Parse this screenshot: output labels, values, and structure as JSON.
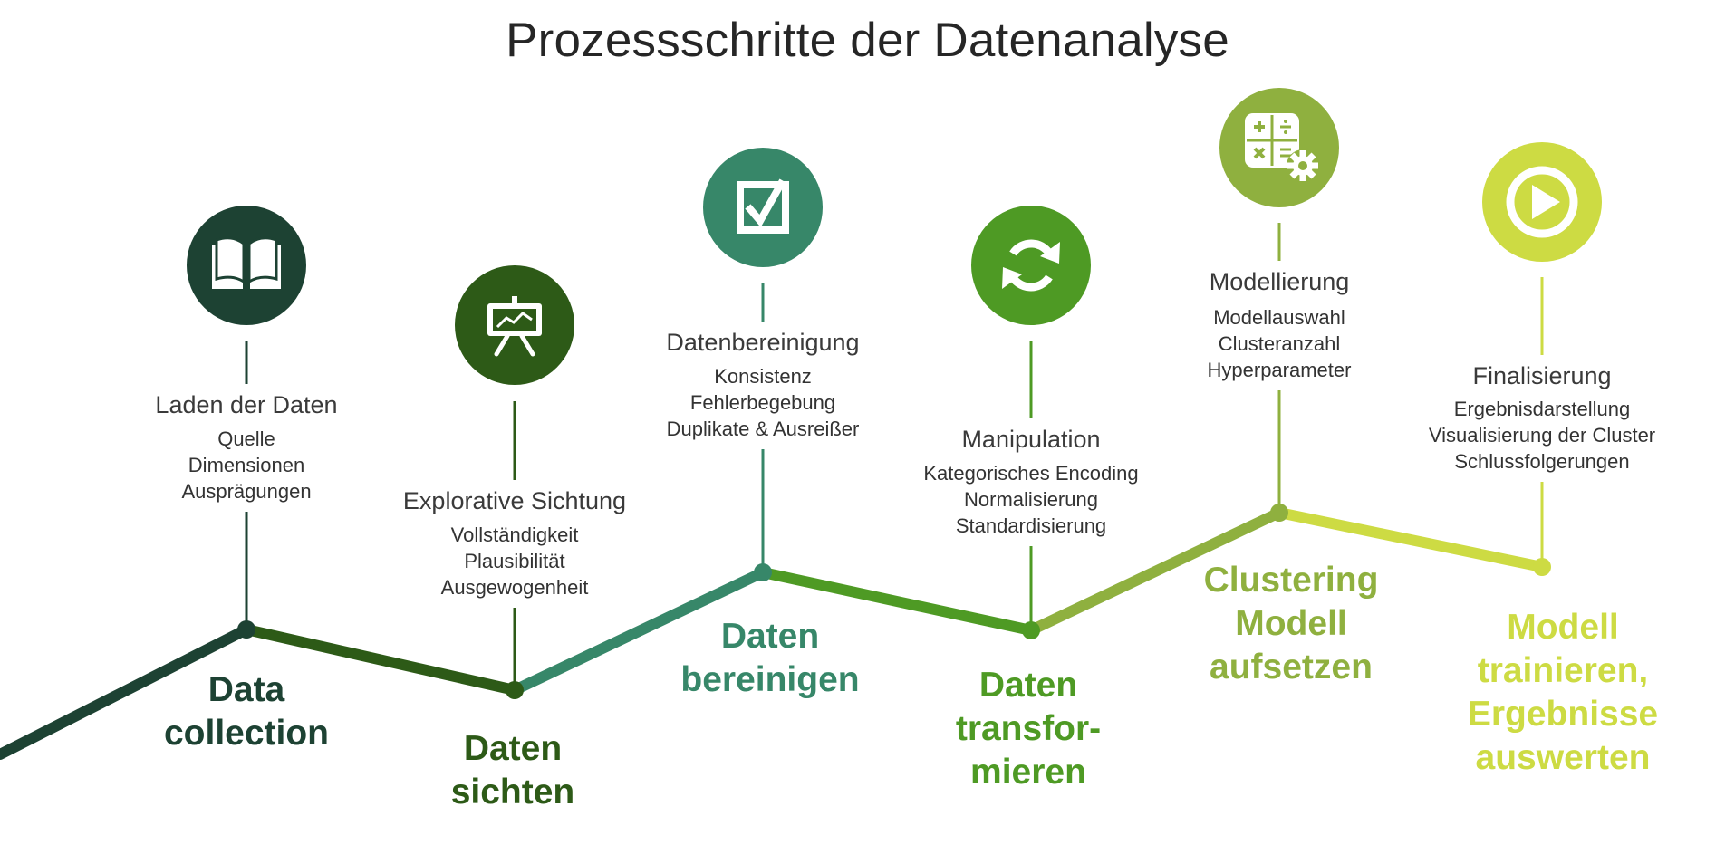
{
  "title": "Prozessschritte der Datenanalyse",
  "steps": [
    {
      "icon": "open-book-icon",
      "color": "#1d4233",
      "title": "Laden der Daten",
      "details": [
        "Quelle",
        "Dimensionen",
        "Ausprägungen"
      ],
      "phase": [
        "Data",
        "collection"
      ]
    },
    {
      "icon": "presentation-board-icon",
      "color": "#2d5a17",
      "title": "Explorative Sichtung",
      "details": [
        "Vollständigkeit",
        "Plausibilität",
        "Ausgewogenheit"
      ],
      "phase": [
        "Daten",
        "sichten"
      ]
    },
    {
      "icon": "checkbox-icon",
      "color": "#378769",
      "title": "Datenbereinigung",
      "details": [
        "Konsistenz",
        "Fehlerbegebung",
        "Duplikate & Ausreißer"
      ],
      "phase": [
        "Daten",
        "bereinigen"
      ]
    },
    {
      "icon": "refresh-icon",
      "color": "#4e9a24",
      "title": "Manipulation",
      "details": [
        "Kategorisches Encoding",
        "Normalisierung",
        "Standardisierung"
      ],
      "phase": [
        "Daten",
        "transfor-",
        "mieren"
      ]
    },
    {
      "icon": "calculator-gear-icon",
      "color": "#8fb03f",
      "title": "Modellierung",
      "details": [
        "Modellauswahl",
        "Clusteranzahl",
        "Hyperparameter"
      ],
      "phase": [
        "Clustering",
        "Modell",
        "aufsetzen"
      ]
    },
    {
      "icon": "play-icon",
      "color": "#cddb43",
      "title": "Finalisierung",
      "details": [
        "Ergebnisdarstellung",
        "Visualisierung der Cluster",
        "Schlussfolgerungen"
      ],
      "phase": [
        "Modell",
        "trainieren,",
        "Ergebnisse",
        "auswerten"
      ]
    }
  ]
}
